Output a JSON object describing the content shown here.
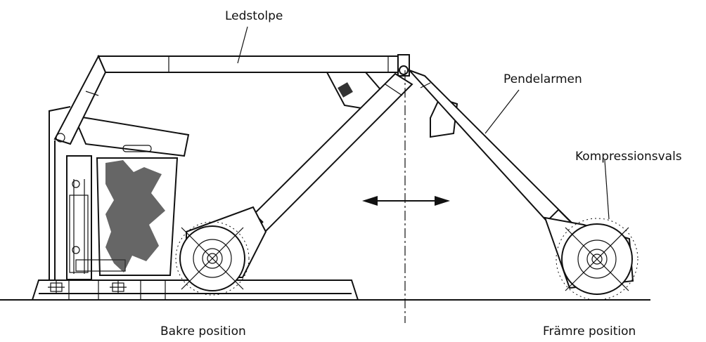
{
  "labels": {
    "ledstolpe": "Ledstolpe",
    "pendelarmen": "Pendelarmen",
    "kompressionsvals": "Kompressionsvals",
    "bakre_position": "Bakre position",
    "framre_position": "Främre position"
  }
}
